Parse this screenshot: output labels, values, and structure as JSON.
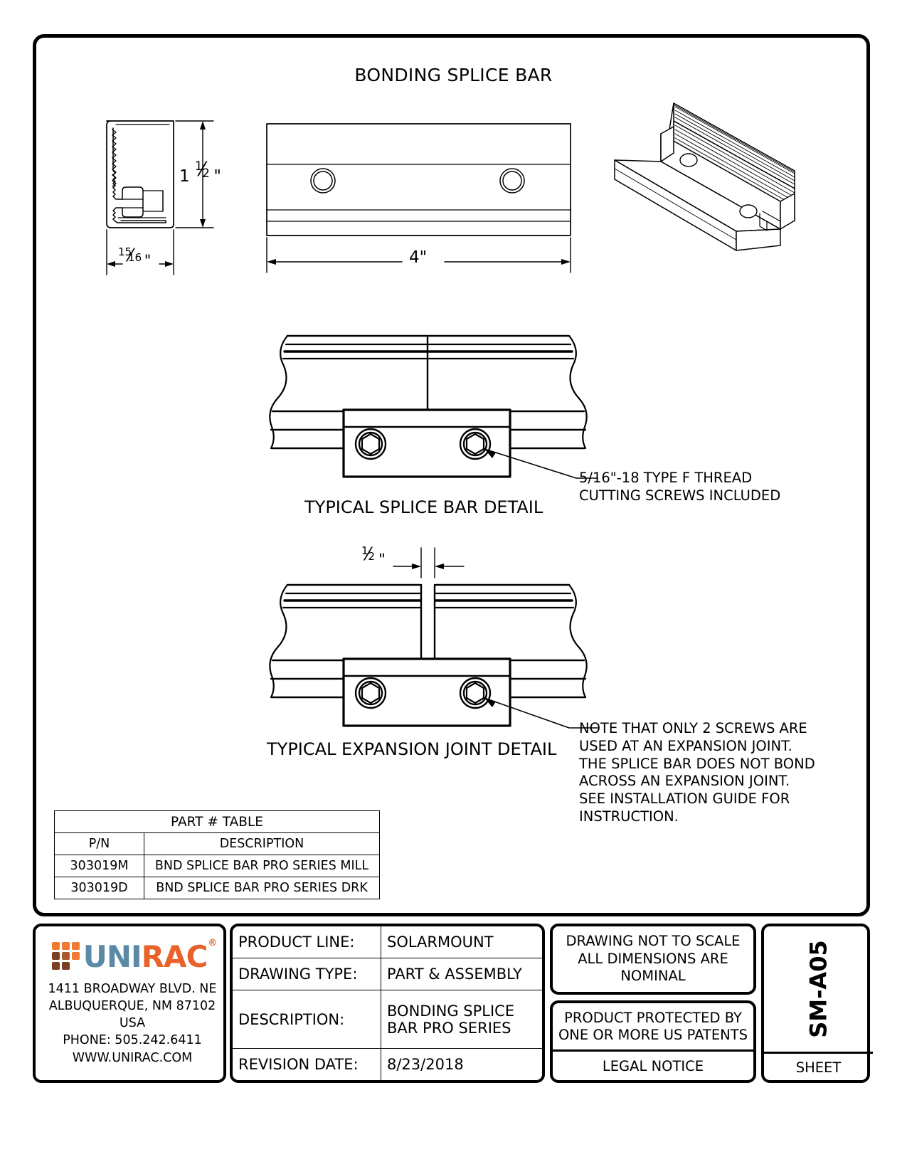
{
  "title": "BONDING SPLICE BAR",
  "dimensions": {
    "height": {
      "whole": "1",
      "num": "1",
      "den": "2",
      "unit": "\""
    },
    "width": {
      "num": "15",
      "den": "16",
      "unit": "\""
    },
    "length": "4\"",
    "gap": {
      "num": "1",
      "den": "2",
      "unit": "\""
    }
  },
  "detail_labels": {
    "splice": "TYPICAL SPLICE BAR DETAIL",
    "expansion": "TYPICAL EXPANSION JOINT DETAIL"
  },
  "callouts": {
    "screws": "5/16\"-18 TYPE F THREAD\nCUTTING SCREWS INCLUDED",
    "expansion_note": "NOTE THAT ONLY 2 SCREWS ARE\nUSED AT AN EXPANSION JOINT.\nTHE SPLICE BAR DOES NOT BOND\nACROSS AN EXPANSION JOINT.\nSEE INSTALLATION GUIDE FOR\nINSTRUCTION."
  },
  "part_table": {
    "title": "PART # TABLE",
    "columns": [
      "P/N",
      "DESCRIPTION"
    ],
    "rows": [
      {
        "pn": "303019M",
        "description": "BND SPLICE BAR PRO SERIES MILL"
      },
      {
        "pn": "303019D",
        "description": "BND SPLICE BAR PRO SERIES DRK"
      }
    ]
  },
  "title_block": {
    "logo": {
      "text_primary": "UNI",
      "text_secondary": "RAC",
      "registered": "®",
      "color_primary": "#5b8aa6",
      "color_secondary": "#e8622a",
      "color_square_orange": "#ef7a32",
      "color_square_brown": "#7b3f22",
      "address": "1411 BROADWAY BLVD. NE\nALBUQUERQUE, NM 87102 USA\nPHONE: 505.242.6411\nWWW.UNIRAC.COM"
    },
    "fields": [
      {
        "label": "PRODUCT LINE:",
        "value": "SOLARMOUNT"
      },
      {
        "label": "DRAWING TYPE:",
        "value": "PART & ASSEMBLY"
      },
      {
        "label": "DESCRIPTION:",
        "value": "BONDING SPLICE\nBAR PRO SERIES"
      },
      {
        "label": "REVISION DATE:",
        "value": "8/23/2018"
      }
    ],
    "note_scale": "DRAWING NOT TO SCALE\nALL DIMENSIONS ARE\nNOMINAL",
    "note_patent": "PRODUCT PROTECTED BY\nONE OR MORE US PATENTS",
    "note_legal": "LEGAL NOTICE",
    "sheet_code": "SM-A05",
    "sheet_label": "SHEET"
  }
}
